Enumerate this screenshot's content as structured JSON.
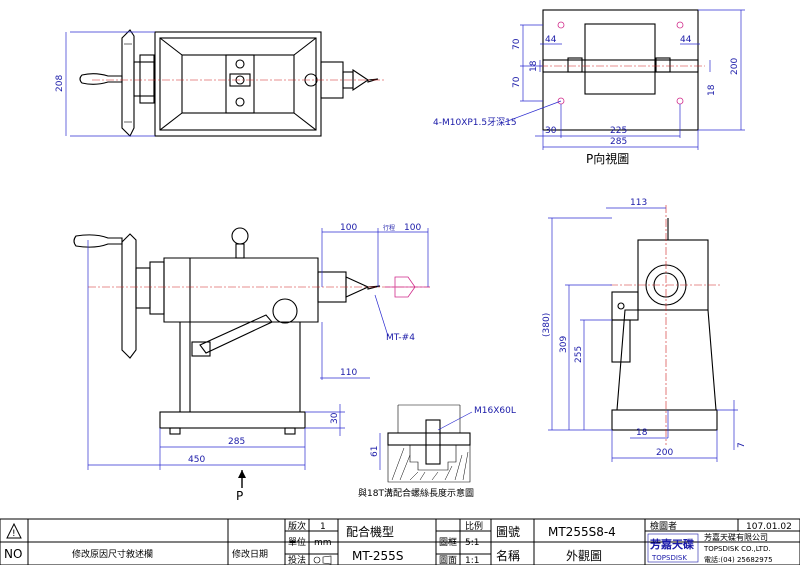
{
  "views": {
    "p_view_title": "P向視圖",
    "p_arrow_label": "P",
    "detail_title": "與18T溝配合螺絲長度示意圖",
    "hole_note": "4-M10XP1.5牙深15",
    "mt_note": "MT-#4",
    "bolt_note": "M16X60L",
    "stroke_label": "行程"
  },
  "dimensions": {
    "top_height": "208",
    "p_70a": "70",
    "p_70b": "70",
    "p_44a": "44",
    "p_44b": "44",
    "p_18a": "18",
    "p_18b": "18",
    "p_200": "200",
    "p_30": "30",
    "p_225": "225",
    "p_285": "285",
    "f_100a": "100",
    "f_100b": "100",
    "f_110": "110",
    "f_30": "30",
    "f_285": "285",
    "f_450": "450",
    "d_61": "61",
    "s_113": "113",
    "s_380": "(380)",
    "s_309": "309",
    "s_255": "255",
    "s_18": "18",
    "s_200": "200",
    "s_7": "7"
  },
  "title_block": {
    "no_label": "NO",
    "revision_reason": "修改原因尺寸敘述欄",
    "revision_date": "修改日期",
    "version_label": "版次",
    "version_value": "1",
    "unit_label": "單位",
    "unit_value": "mm",
    "method_label": "投法",
    "model_label": "配合機型",
    "model_value": "MT-255S",
    "scale_label": "比例",
    "scale_frame": "圖框",
    "scale_value": "5:1",
    "page_label": "圖面",
    "page_value": "1:1",
    "drawing_no_label": "圖號",
    "drawing_no_value": "MT255S8-4",
    "name_label": "名稱",
    "name_value": "外觀圖",
    "checker_label": "檢圖者",
    "date_value": "107.01.02",
    "company_cn": "芳嘉天碟有限公司",
    "company_en": "TOPSDISK CO.,LTD.",
    "phone": "電話:(04) 25682975",
    "logo_text": "芳嘉天碟",
    "logo_sub": "TOPSDISK"
  }
}
